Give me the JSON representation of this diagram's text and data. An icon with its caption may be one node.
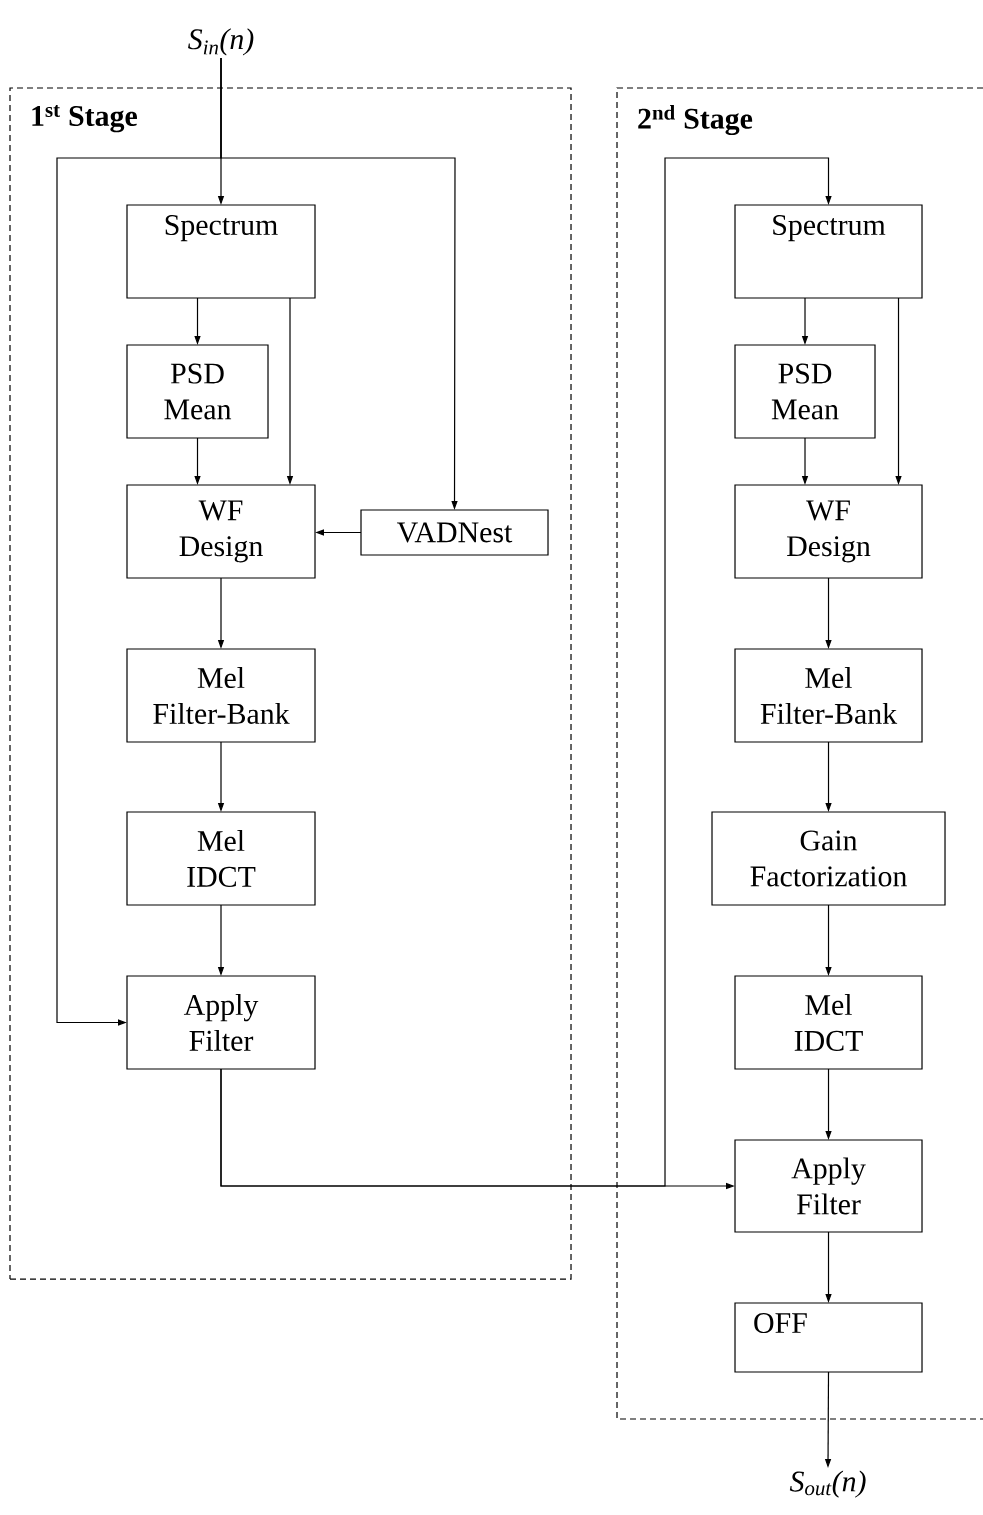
{
  "diagram": {
    "nodes": [
      {
        "text": [
          "S$_{in}$(n)"
        ]
      },
      {
        "text": [
          "1$^{st}$ Stage"
        ]
      },
      {
        "text": [
          "Spectrum"
        ],
        "in": 1
      },
      {
        "text": [
          "PSD Mean"
        ],
        "in": 1
      },
      {
        "text": [
          "WF Design"
        ],
        "in": 1
      },
      {
        "text": [
          "VADNest"
        ],
        "in": 1
      },
      {
        "text": [
          "Mel Filter-Bank"
        ],
        "in": 1
      },
      {
        "text": [
          "Mel IDCT"
        ],
        "in": 1
      },
      {
        "text": [
          "Apply Filter"
        ],
        "in": 1
      },
      {
        "text": [
          "2$^{nd}$ Stage"
        ]
      },
      {
        "text": [
          "Spectrum"
        ],
        "in": 9
      },
      {
        "text": [
          "PSD Mean"
        ],
        "in": 9
      },
      {
        "text": [
          "WF Design"
        ],
        "in": 9
      },
      {
        "text": [
          "Mel Filter-Bank"
        ],
        "in": 9
      },
      {
        "text": [
          "Gain Factorization"
        ],
        "in": 9
      },
      {
        "text": [
          "Mel IDCT"
        ],
        "in": 9
      },
      {
        "text": [
          "Apply Filter"
        ],
        "in": 9
      },
      {
        "text": [
          "OFF"
        ],
        "in": 9
      },
      {
        "text": [
          "S$_{out}$(n)"
        ]
      }
    ],
    "edges": [
      {
        "from": 0,
        "to": 2,
        "arrow": "to"
      },
      {
        "from": 0,
        "to": 5,
        "arrow": "to"
      },
      {
        "from": 0,
        "to": 8,
        "arrow": "to"
      },
      {
        "from": 2,
        "to": 3,
        "arrow": "to"
      },
      {
        "from": 2,
        "to": 4,
        "arrow": "to"
      },
      {
        "from": 3,
        "to": 4,
        "arrow": "to"
      },
      {
        "from": 5,
        "to": 4,
        "arrow": "to"
      },
      {
        "from": 4,
        "to": 6,
        "arrow": "to"
      },
      {
        "from": 6,
        "to": 7,
        "arrow": "to"
      },
      {
        "from": 7,
        "to": 8,
        "arrow": "to"
      },
      {
        "from": 8,
        "to": 16,
        "arrow": "to"
      },
      {
        "from": 8,
        "to": 10,
        "arrow": "to"
      },
      {
        "from": 10,
        "to": 11,
        "arrow": "to"
      },
      {
        "from": 10,
        "to": 12,
        "arrow": "to"
      },
      {
        "from": 11,
        "to": 12,
        "arrow": "to"
      },
      {
        "from": 12,
        "to": 13,
        "arrow": "to"
      },
      {
        "from": 13,
        "to": 14,
        "arrow": "to"
      },
      {
        "from": 14,
        "to": 15,
        "arrow": "to"
      },
      {
        "from": 15,
        "to": 16,
        "arrow": "to"
      },
      {
        "from": 16,
        "to": 17,
        "arrow": "to"
      },
      {
        "from": 17,
        "to": 18,
        "arrow": "to"
      }
    ]
  }
}
